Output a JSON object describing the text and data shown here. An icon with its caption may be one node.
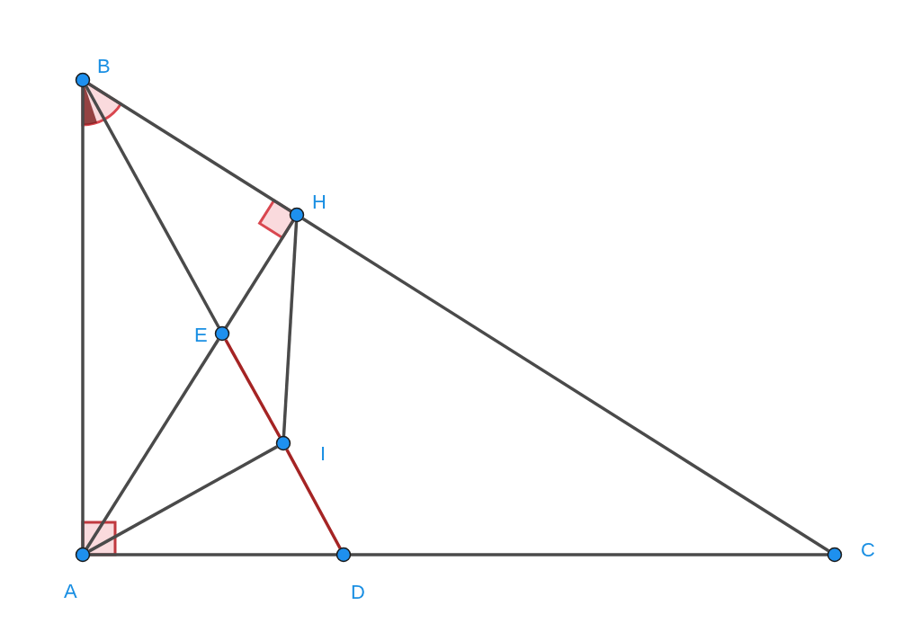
{
  "diagram": {
    "nodes": [
      {
        "text": [
          "B"
        ]
      },
      {
        "text": [
          "H"
        ]
      },
      {
        "text": [
          "E"
        ]
      },
      {
        "text": [
          "I"
        ]
      },
      {
        "text": [
          "C"
        ]
      },
      {
        "text": [
          "A"
        ]
      },
      {
        "text": [
          "D"
        ]
      }
    ],
    "edges": [
      {
        "from": 5,
        "to": 0,
        "arrow": "none"
      },
      {
        "from": 0,
        "to": 1,
        "arrow": "none"
      },
      {
        "from": 1,
        "to": 4,
        "arrow": "none"
      },
      {
        "from": 5,
        "to": 6,
        "arrow": "none"
      },
      {
        "from": 6,
        "to": 4,
        "arrow": "none"
      },
      {
        "from": 0,
        "to": 2,
        "arrow": "none"
      },
      {
        "from": 2,
        "to": 3,
        "arrow": "none",
        "color": "#a52424"
      },
      {
        "from": 3,
        "to": 6,
        "arrow": "none",
        "color": "#a52424"
      },
      {
        "from": 5,
        "to": 2,
        "arrow": "none"
      },
      {
        "from": 2,
        "to": 1,
        "arrow": "none"
      },
      {
        "from": 5,
        "to": 3,
        "arrow": "none"
      },
      {
        "from": 1,
        "to": 3,
        "arrow": "none"
      }
    ]
  }
}
